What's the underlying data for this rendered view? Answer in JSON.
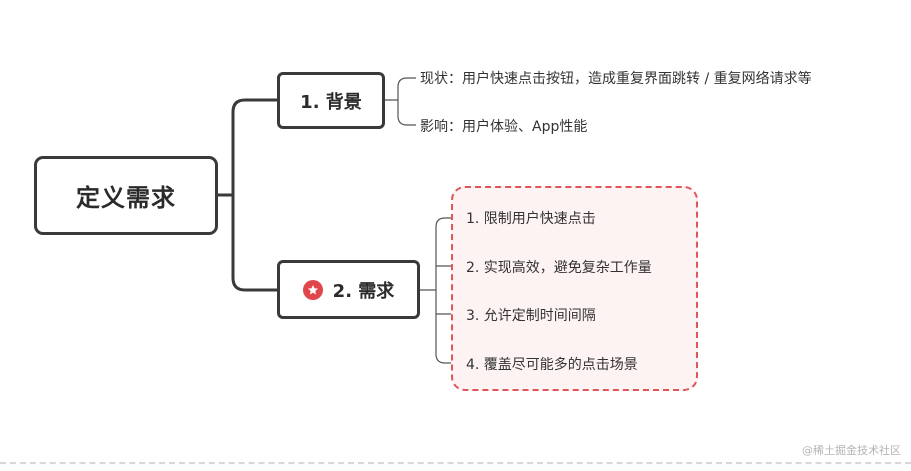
{
  "root": {
    "label": "定义需求"
  },
  "branches": {
    "background": {
      "label": "1. 背景",
      "items": [
        "现状：用户快速点击按钮，造成重复界面跳转 / 重复网络请求等",
        "影响：用户体验、App性能"
      ]
    },
    "requirements": {
      "label": "2. 需求",
      "icon": "star-icon",
      "items": [
        "1. 限制用户快速点击",
        "2. 实现高效，避免复杂工作量",
        "3. 允许定制时间间隔",
        "4. 覆盖尽可能多的点击场景"
      ]
    }
  },
  "watermark": "@稀土掘金技术社区",
  "colors": {
    "node_border": "#3a3a3a",
    "accent_red": "#e0474c",
    "highlight_fill": "#fdf3f3"
  }
}
